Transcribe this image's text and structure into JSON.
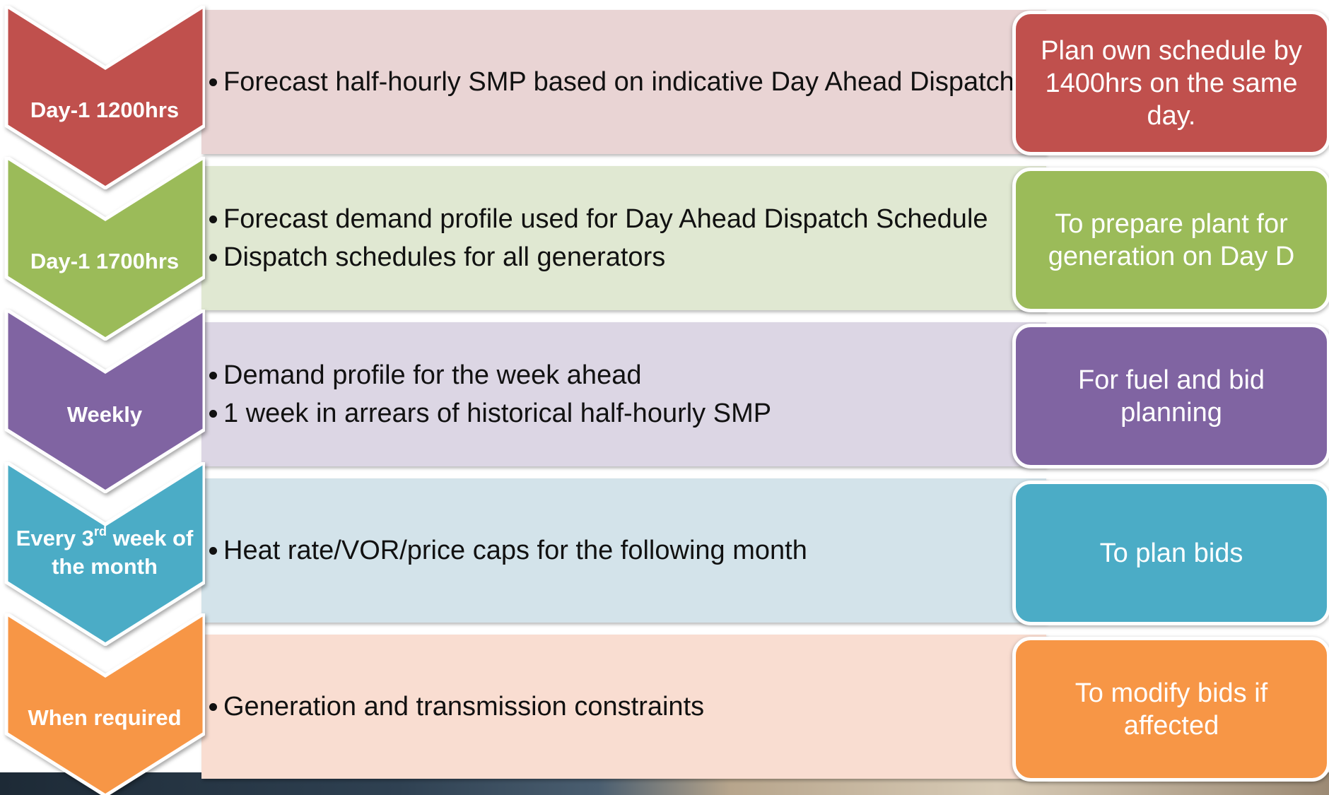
{
  "colors": {
    "red": "#c0504d",
    "green": "#9bbb59",
    "purple": "#8064a2",
    "teal": "#4bacc6",
    "orange": "#f79646"
  },
  "rows": [
    {
      "chevron": "Day-1 1200hrs",
      "bullets": [
        "Forecast half-hourly SMP based on indicative Day Ahead Dispatch Schedule"
      ],
      "outcome": "Plan own schedule by 1400hrs on the same day."
    },
    {
      "chevron": "Day-1 1700hrs",
      "bullets": [
        "Forecast demand profile used for Day Ahead Dispatch Schedule",
        "Dispatch schedules for all generators"
      ],
      "outcome": "To prepare plant for generation on Day D"
    },
    {
      "chevron": "Weekly",
      "bullets": [
        "Demand profile for the week ahead",
        "1 week in arrears of historical half-hourly SMP"
      ],
      "outcome": "For fuel and bid planning"
    },
    {
      "chevron_pre": "Every 3",
      "chevron_sup": "rd",
      "chevron_post": " week of the month",
      "bullets": [
        "Heat rate/VOR/price caps for the following month"
      ],
      "outcome": "To plan bids"
    },
    {
      "chevron": "When required",
      "bullets": [
        "Generation and transmission constraints"
      ],
      "outcome": "To modify bids if affected"
    }
  ]
}
